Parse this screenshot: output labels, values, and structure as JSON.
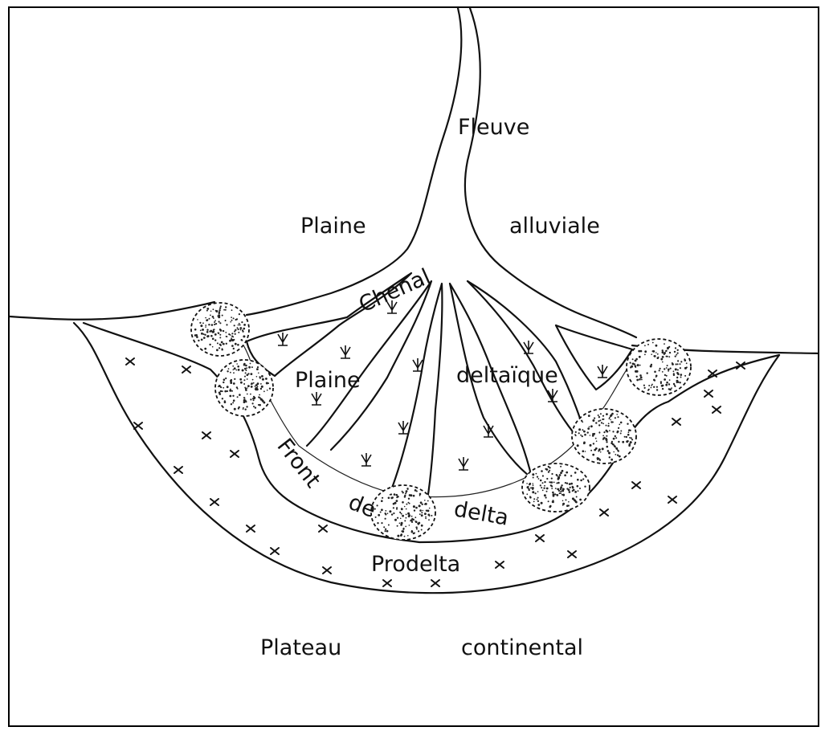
{
  "labels": {
    "fleuve": "Fleuve",
    "plaine1": "Plaine",
    "alluviale": "alluviale",
    "chenal": "Chenal",
    "plaine2": "Plaine",
    "deltaique": "deltaïque",
    "front": "Front",
    "de": "de",
    "delta": "delta",
    "prodelta": "Prodelta",
    "plateau": "Plateau",
    "continental": "continental"
  },
  "colors": {
    "ink": "#111111",
    "background": "#ffffff"
  }
}
